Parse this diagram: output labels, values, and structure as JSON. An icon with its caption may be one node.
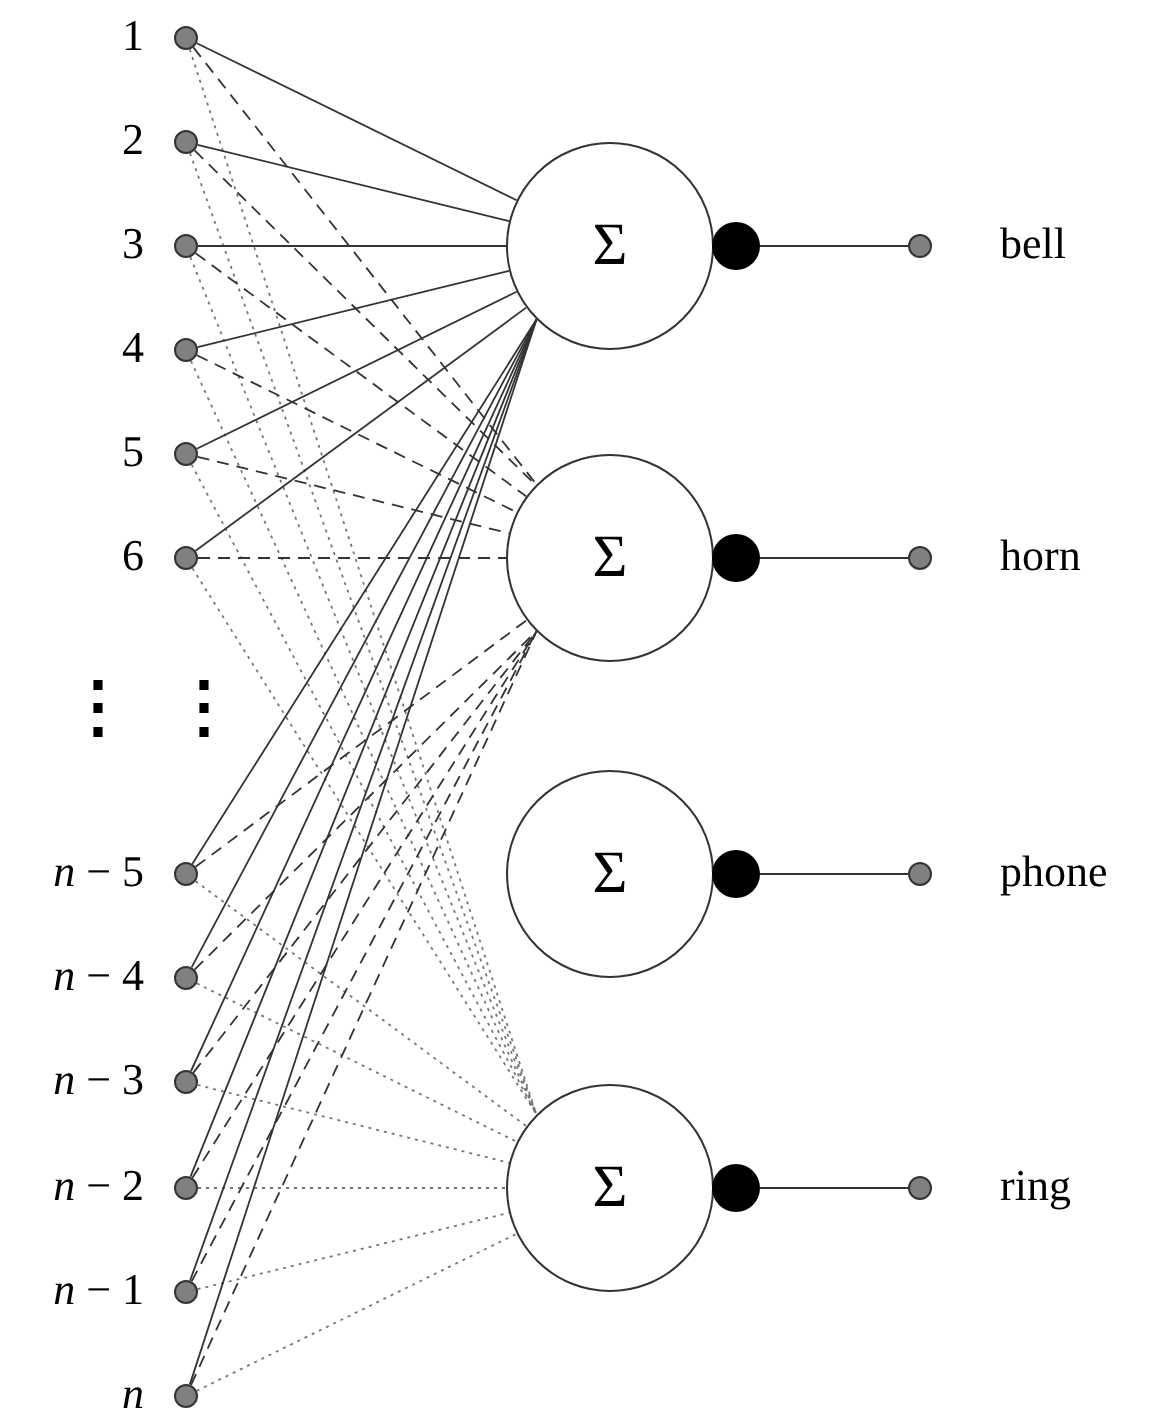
{
  "diagram": {
    "nodes": [
      {
        "text": [],
        "shape": "circle",
        "beside": [
          "1"
        ]
      },
      {
        "text": [],
        "shape": "circle",
        "beside": [
          "2"
        ]
      },
      {
        "text": [],
        "shape": "circle",
        "beside": [
          "3"
        ]
      },
      {
        "text": [],
        "shape": "circle",
        "beside": [
          "4"
        ]
      },
      {
        "text": [],
        "shape": "circle",
        "beside": [
          "5"
        ]
      },
      {
        "text": [],
        "shape": "circle",
        "beside": [
          "6"
        ]
      },
      {
        "text": [],
        "shape": "circle",
        "beside": [
          "*n* − 5"
        ]
      },
      {
        "text": [],
        "shape": "circle",
        "beside": [
          "*n* − 4"
        ]
      },
      {
        "text": [],
        "shape": "circle",
        "beside": [
          "*n* − 3"
        ]
      },
      {
        "text": [],
        "shape": "circle",
        "beside": [
          "*n* − 2"
        ]
      },
      {
        "text": [],
        "shape": "circle",
        "beside": [
          "*n* − 1"
        ]
      },
      {
        "text": [],
        "shape": "circle",
        "beside": [
          "*n*"
        ]
      },
      {
        "text": [
          "Σ"
        ]
      },
      {
        "text": [
          "Σ"
        ]
      },
      {
        "text": [
          "Σ"
        ]
      },
      {
        "text": [
          "Σ"
        ]
      },
      {
        "text": [],
        "shape": "circle"
      },
      {
        "text": [],
        "shape": "circle"
      },
      {
        "text": [],
        "shape": "circle"
      },
      {
        "text": [],
        "shape": "circle"
      },
      {
        "text": [],
        "shape": "circle",
        "beside": [
          "bell"
        ]
      },
      {
        "text": [],
        "shape": "circle",
        "beside": [
          "horn"
        ]
      },
      {
        "text": [],
        "shape": "circle",
        "beside": [
          "phone"
        ]
      },
      {
        "text": [],
        "shape": "circle",
        "beside": [
          "ring"
        ]
      }
    ],
    "edges": [
      {
        "from": 0,
        "to": 12,
        "arrow": "none"
      },
      {
        "from": 0,
        "to": 13,
        "arrow": "none",
        "style": "dashed"
      },
      {
        "from": 0,
        "to": 15,
        "arrow": "none",
        "style": "dashed",
        "color": "#777777"
      },
      {
        "from": 1,
        "to": 12,
        "arrow": "none"
      },
      {
        "from": 1,
        "to": 13,
        "arrow": "none",
        "style": "dashed"
      },
      {
        "from": 1,
        "to": 15,
        "arrow": "none",
        "style": "dashed",
        "color": "#777777"
      },
      {
        "from": 2,
        "to": 12,
        "arrow": "none"
      },
      {
        "from": 2,
        "to": 13,
        "arrow": "none",
        "style": "dashed"
      },
      {
        "from": 2,
        "to": 15,
        "arrow": "none",
        "style": "dashed",
        "color": "#777777"
      },
      {
        "from": 3,
        "to": 12,
        "arrow": "none"
      },
      {
        "from": 3,
        "to": 13,
        "arrow": "none",
        "style": "dashed"
      },
      {
        "from": 3,
        "to": 15,
        "arrow": "none",
        "style": "dashed",
        "color": "#777777"
      },
      {
        "from": 4,
        "to": 12,
        "arrow": "none"
      },
      {
        "from": 4,
        "to": 13,
        "arrow": "none",
        "style": "dashed"
      },
      {
        "from": 4,
        "to": 15,
        "arrow": "none",
        "style": "dashed",
        "color": "#777777"
      },
      {
        "from": 5,
        "to": 12,
        "arrow": "none"
      },
      {
        "from": 5,
        "to": 13,
        "arrow": "none",
        "style": "dashed"
      },
      {
        "from": 5,
        "to": 15,
        "arrow": "none",
        "style": "dashed",
        "color": "#777777"
      },
      {
        "from": 6,
        "to": 12,
        "arrow": "none"
      },
      {
        "from": 6,
        "to": 13,
        "arrow": "none",
        "style": "dashed"
      },
      {
        "from": 6,
        "to": 15,
        "arrow": "none",
        "style": "dashed",
        "color": "#777777"
      },
      {
        "from": 7,
        "to": 12,
        "arrow": "none"
      },
      {
        "from": 7,
        "to": 13,
        "arrow": "none",
        "style": "dashed"
      },
      {
        "from": 7,
        "to": 15,
        "arrow": "none",
        "style": "dashed",
        "color": "#777777"
      },
      {
        "from": 8,
        "to": 12,
        "arrow": "none"
      },
      {
        "from": 8,
        "to": 13,
        "arrow": "none",
        "style": "dashed"
      },
      {
        "from": 8,
        "to": 15,
        "arrow": "none",
        "style": "dashed",
        "color": "#777777"
      },
      {
        "from": 9,
        "to": 12,
        "arrow": "none"
      },
      {
        "from": 9,
        "to": 13,
        "arrow": "none",
        "style": "dashed"
      },
      {
        "from": 9,
        "to": 15,
        "arrow": "none",
        "style": "dashed",
        "color": "#777777"
      },
      {
        "from": 10,
        "to": 12,
        "arrow": "none"
      },
      {
        "from": 10,
        "to": 13,
        "arrow": "none",
        "style": "dashed"
      },
      {
        "from": 10,
        "to": 15,
        "arrow": "none",
        "style": "dashed",
        "color": "#777777"
      },
      {
        "from": 11,
        "to": 12,
        "arrow": "none"
      },
      {
        "from": 11,
        "to": 13,
        "arrow": "none",
        "style": "dashed"
      },
      {
        "from": 11,
        "to": 15,
        "arrow": "none",
        "style": "dashed",
        "color": "#777777"
      },
      {
        "from": 16,
        "to": 20,
        "arrow": "none"
      },
      {
        "from": 17,
        "to": 21,
        "arrow": "none"
      },
      {
        "from": 18,
        "to": 22,
        "arrow": "none"
      },
      {
        "from": 19,
        "to": 23,
        "arrow": "none"
      }
    ],
    "labels": [
      "⋮",
      "⋮"
    ]
  }
}
